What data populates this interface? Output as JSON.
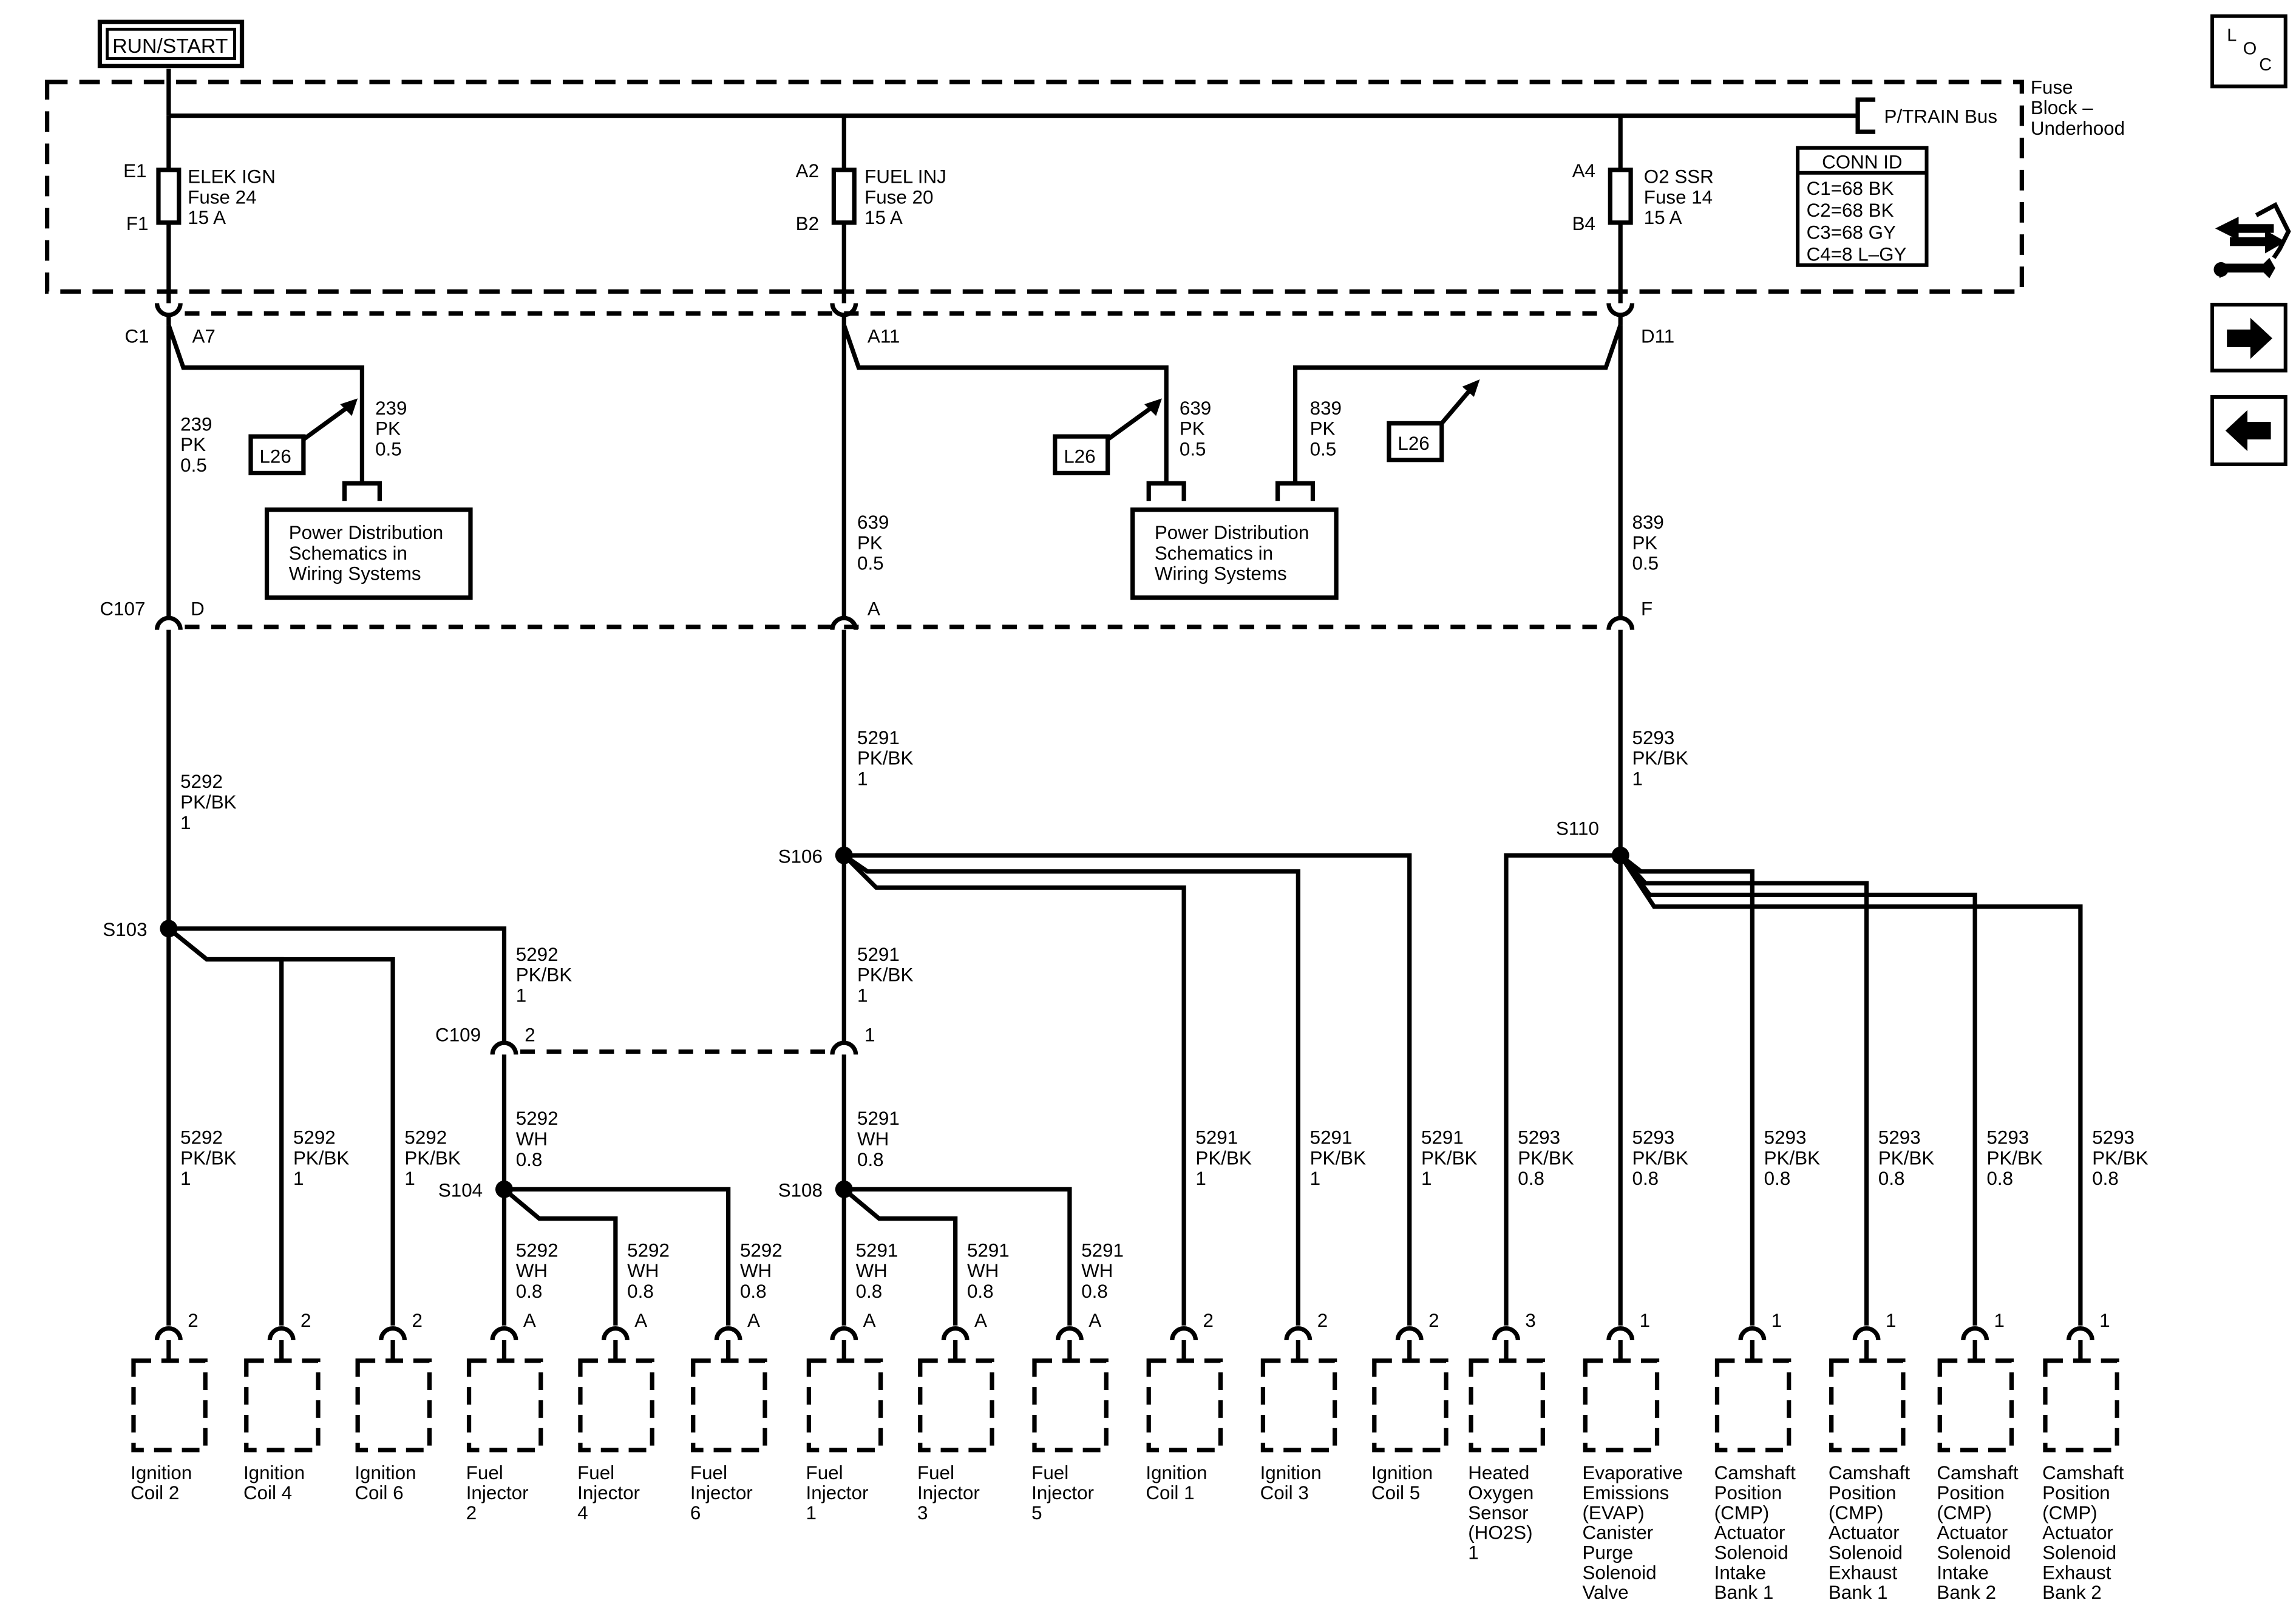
{
  "title_box": "RUN/START",
  "fuse_block": {
    "label": [
      "Fuse",
      "Block –",
      "Underhood"
    ],
    "bus": "P/TRAIN Bus"
  },
  "conn_id": {
    "title": "CONN ID",
    "rows": [
      "C1=68 BK",
      "C2=68 BK",
      "C3=68 GY",
      "C4=8 L–GY"
    ]
  },
  "fuses": [
    {
      "top_pin": "E1",
      "bottom_pin": "F1",
      "lines": [
        "ELEK IGN",
        "Fuse 24",
        "15 A"
      ]
    },
    {
      "top_pin": "A2",
      "bottom_pin": "B2",
      "lines": [
        "FUEL INJ",
        "Fuse 20",
        "15 A"
      ]
    },
    {
      "top_pin": "A4",
      "bottom_pin": "B4",
      "lines": [
        "O2 SSR",
        "Fuse 14",
        "15 A"
      ]
    }
  ],
  "connectors": {
    "c1": "C1",
    "c1_a7": "A7",
    "c1_a11": "A11",
    "c1_d11": "D11",
    "c107": "C107",
    "c107_d": "D",
    "c107_a": "A",
    "c107_f": "F",
    "c109": "C109",
    "c109_2": "2",
    "c109_1": "1"
  },
  "splices": {
    "s103": "S103",
    "s104": "S104",
    "s106": "S106",
    "s108": "S108",
    "s110": "S110"
  },
  "l26": "L26",
  "power_dist": [
    "Power Distribution",
    "Schematics in",
    "Wiring Systems"
  ],
  "wires": {
    "w239a": [
      "239",
      "PK",
      "0.5"
    ],
    "w239b": [
      "239",
      "PK",
      "0.5"
    ],
    "w639a": [
      "639",
      "PK",
      "0.5"
    ],
    "w639b": [
      "639",
      "PK",
      "0.5"
    ],
    "w839a": [
      "839",
      "PK",
      "0.5"
    ],
    "w839b": [
      "839",
      "PK",
      "0.5"
    ],
    "w5292": [
      "5292",
      "PK/BK",
      "1"
    ],
    "w5291": [
      "5291",
      "PK/BK",
      "1"
    ],
    "w5293": [
      "5293",
      "PK/BK",
      "1"
    ],
    "w5292_c109": [
      "5292",
      "PK/BK",
      "1"
    ],
    "w5291_c109": [
      "5291",
      "PK/BK",
      "1"
    ],
    "w5292_wh": [
      "5292",
      "WH",
      "0.8"
    ],
    "w5291_wh": [
      "5291",
      "WH",
      "0.8"
    ]
  },
  "components": [
    {
      "wire": [
        "5292",
        "PK/BK",
        "1"
      ],
      "pin": "2",
      "name": [
        "Ignition",
        "Coil 2"
      ]
    },
    {
      "wire": [
        "5292",
        "PK/BK",
        "1"
      ],
      "pin": "2",
      "name": [
        "Ignition",
        "Coil 4"
      ]
    },
    {
      "wire": [
        "5292",
        "PK/BK",
        "1"
      ],
      "pin": "2",
      "name": [
        "Ignition",
        "Coil 6"
      ]
    },
    {
      "wire": [
        "5292",
        "WH",
        "0.8"
      ],
      "pin": "A",
      "name": [
        "Fuel",
        "Injector",
        "2"
      ]
    },
    {
      "wire": [
        "5292",
        "WH",
        "0.8"
      ],
      "pin": "A",
      "name": [
        "Fuel",
        "Injector",
        "4"
      ]
    },
    {
      "wire": [
        "5292",
        "WH",
        "0.8"
      ],
      "pin": "A",
      "name": [
        "Fuel",
        "Injector",
        "6"
      ]
    },
    {
      "wire": [
        "5291",
        "WH",
        "0.8"
      ],
      "pin": "A",
      "name": [
        "Fuel",
        "Injector",
        "1"
      ]
    },
    {
      "wire": [
        "5291",
        "WH",
        "0.8"
      ],
      "pin": "A",
      "name": [
        "Fuel",
        "Injector",
        "3"
      ]
    },
    {
      "wire": [
        "5291",
        "WH",
        "0.8"
      ],
      "pin": "A",
      "name": [
        "Fuel",
        "Injector",
        "5"
      ]
    },
    {
      "wire": [
        "5291",
        "PK/BK",
        "1"
      ],
      "pin": "2",
      "name": [
        "Ignition",
        "Coil 1"
      ]
    },
    {
      "wire": [
        "5291",
        "PK/BK",
        "1"
      ],
      "pin": "2",
      "name": [
        "Ignition",
        "Coil 3"
      ]
    },
    {
      "wire": [
        "5291",
        "PK/BK",
        "1"
      ],
      "pin": "2",
      "name": [
        "Ignition",
        "Coil 5"
      ]
    },
    {
      "wire": [
        "5293",
        "PK/BK",
        "0.8"
      ],
      "pin": "3",
      "name": [
        "Heated",
        "Oxygen",
        "Sensor",
        "(HO2S)",
        "1"
      ]
    },
    {
      "wire": [
        "5293",
        "PK/BK",
        "0.8"
      ],
      "pin": "1",
      "name": [
        "Evaporative",
        "Emissions",
        "(EVAP)",
        "Canister",
        "Purge",
        "Solenoid",
        "Valve"
      ]
    },
    {
      "wire": [
        "5293",
        "PK/BK",
        "0.8"
      ],
      "pin": "1",
      "name": [
        "Camshaft",
        "Position",
        "(CMP)",
        "Actuator",
        "Solenoid",
        "Intake",
        "Bank 1"
      ]
    },
    {
      "wire": [
        "5293",
        "PK/BK",
        "0.8"
      ],
      "pin": "1",
      "name": [
        "Camshaft",
        "Position",
        "(CMP)",
        "Actuator",
        "Solenoid",
        "Exhaust",
        "Bank 1"
      ]
    },
    {
      "wire": [
        "5293",
        "PK/BK",
        "0.8"
      ],
      "pin": "1",
      "name": [
        "Camshaft",
        "Position",
        "(CMP)",
        "Actuator",
        "Solenoid",
        "Intake",
        "Bank 2"
      ]
    },
    {
      "wire": [
        "5293",
        "PK/BK",
        "0.8"
      ],
      "pin": "1",
      "name": [
        "Camshaft",
        "Position",
        "(CMP)",
        "Actuator",
        "Solenoid",
        "Exhaust",
        "Bank 2"
      ]
    }
  ],
  "loc": [
    "L",
    "O",
    "C"
  ],
  "icons": {
    "tools": "wrench-arrows-icon",
    "next": "arrow-right-icon",
    "prev": "arrow-left-icon"
  }
}
